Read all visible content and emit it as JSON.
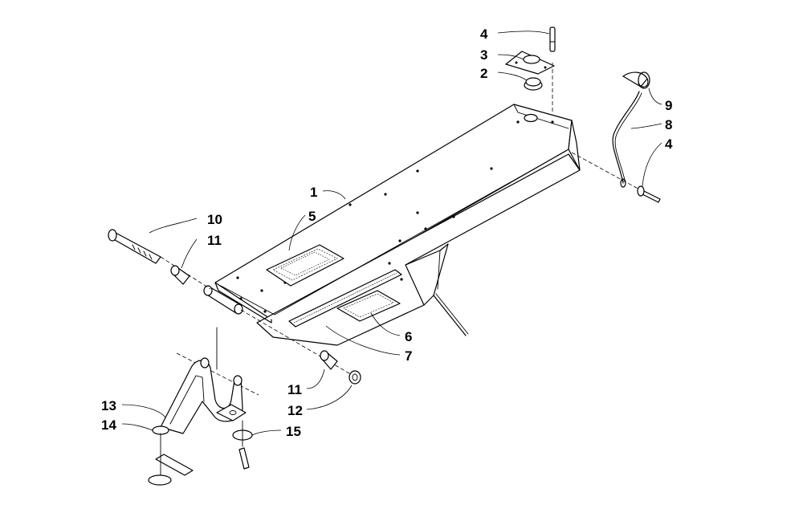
{
  "callouts": {
    "c1": "1",
    "c2": "2",
    "c3": "3",
    "c4a": "4",
    "c4b": "4",
    "c5": "5",
    "c6": "6",
    "c7": "7",
    "c8": "8",
    "c9": "9",
    "c10": "10",
    "c11a": "11",
    "c11b": "11",
    "c12": "12",
    "c13": "13",
    "c14": "14",
    "c15": "15"
  }
}
